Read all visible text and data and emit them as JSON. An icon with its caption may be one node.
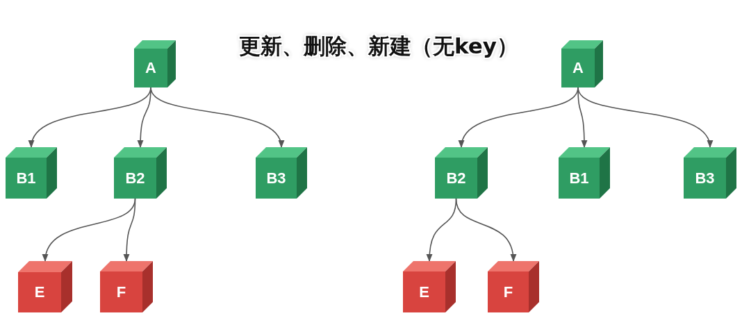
{
  "diagram": {
    "title": "更新、删除、新建（无key）",
    "nodes": [
      {
        "text": [
          "A"
        ]
      },
      {
        "text": [
          "B1"
        ]
      },
      {
        "text": [
          "B2"
        ]
      },
      {
        "text": [
          "B3"
        ]
      },
      {
        "text": [
          "E"
        ]
      },
      {
        "text": [
          "F"
        ]
      },
      {
        "text": [
          "A"
        ]
      },
      {
        "text": [
          "B2"
        ]
      },
      {
        "text": [
          "B1"
        ]
      },
      {
        "text": [
          "B3"
        ]
      },
      {
        "text": [
          "E"
        ]
      },
      {
        "text": [
          "F"
        ]
      }
    ],
    "edges": [
      {
        "from": 0,
        "to": 1,
        "arrow": "to"
      },
      {
        "from": 0,
        "to": 2,
        "arrow": "to"
      },
      {
        "from": 0,
        "to": 3,
        "arrow": "to"
      },
      {
        "from": 2,
        "to": 4,
        "arrow": "to"
      },
      {
        "from": 2,
        "to": 5,
        "arrow": "to"
      },
      {
        "from": 6,
        "to": 7,
        "arrow": "to"
      },
      {
        "from": 6,
        "to": 8,
        "arrow": "to"
      },
      {
        "from": 6,
        "to": 9,
        "arrow": "to"
      },
      {
        "from": 7,
        "to": 10,
        "arrow": "to"
      },
      {
        "from": 7,
        "to": 11,
        "arrow": "to"
      }
    ]
  }
}
